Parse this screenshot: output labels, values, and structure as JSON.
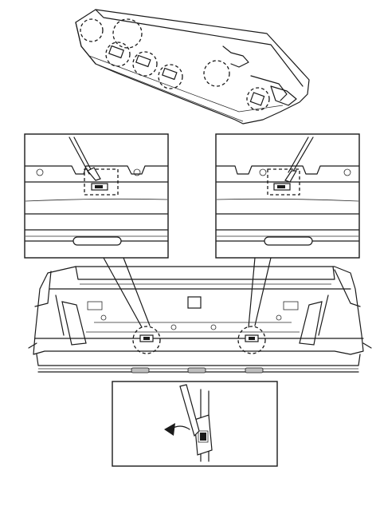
{
  "figure": {
    "background": "#ffffff",
    "line_color": "#1a1a1a",
    "callout_count": 2,
    "detail_panels": [
      "left-clip-detail",
      "right-clip-detail",
      "release-detail"
    ]
  }
}
